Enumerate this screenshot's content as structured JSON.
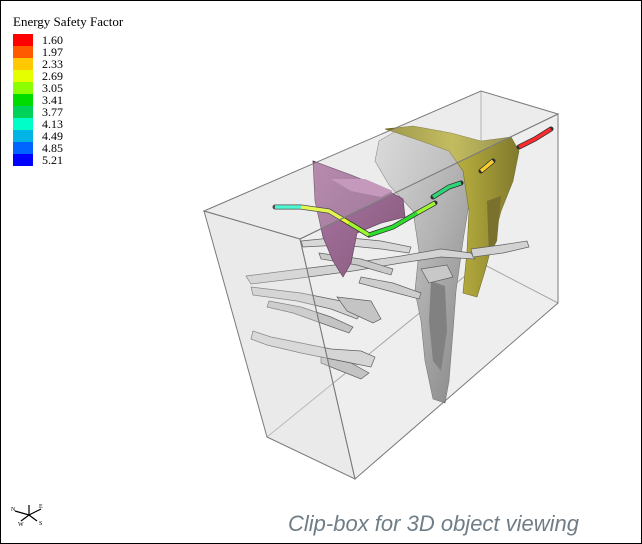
{
  "legend": {
    "title": "Energy Safety Factor",
    "items": [
      {
        "label": "1.60",
        "color": "#ff0000"
      },
      {
        "label": "1.97",
        "color": "#ff5a00"
      },
      {
        "label": "2.33",
        "color": "#ffc800"
      },
      {
        "label": "2.69",
        "color": "#e6ff00"
      },
      {
        "label": "3.05",
        "color": "#8cff00"
      },
      {
        "label": "3.41",
        "color": "#00dc00"
      },
      {
        "label": "3.77",
        "color": "#00d25a"
      },
      {
        "label": "4.13",
        "color": "#00ffc8"
      },
      {
        "label": "4.49",
        "color": "#00b4e6"
      },
      {
        "label": "4.85",
        "color": "#0064ff"
      },
      {
        "label": "5.21",
        "color": "#0000ff"
      }
    ]
  },
  "compass": {
    "n": "N",
    "e": "E",
    "s": "S",
    "w": "W"
  },
  "caption": "Clip-box for 3D object viewing",
  "colors": {
    "orebody_purple": "#8a4a7e",
    "orebody_olive": "#a89a12",
    "rock_grey": "#a0a0a0",
    "box_edge": "#7a7a7a",
    "box_fill": "#eeeeee"
  }
}
